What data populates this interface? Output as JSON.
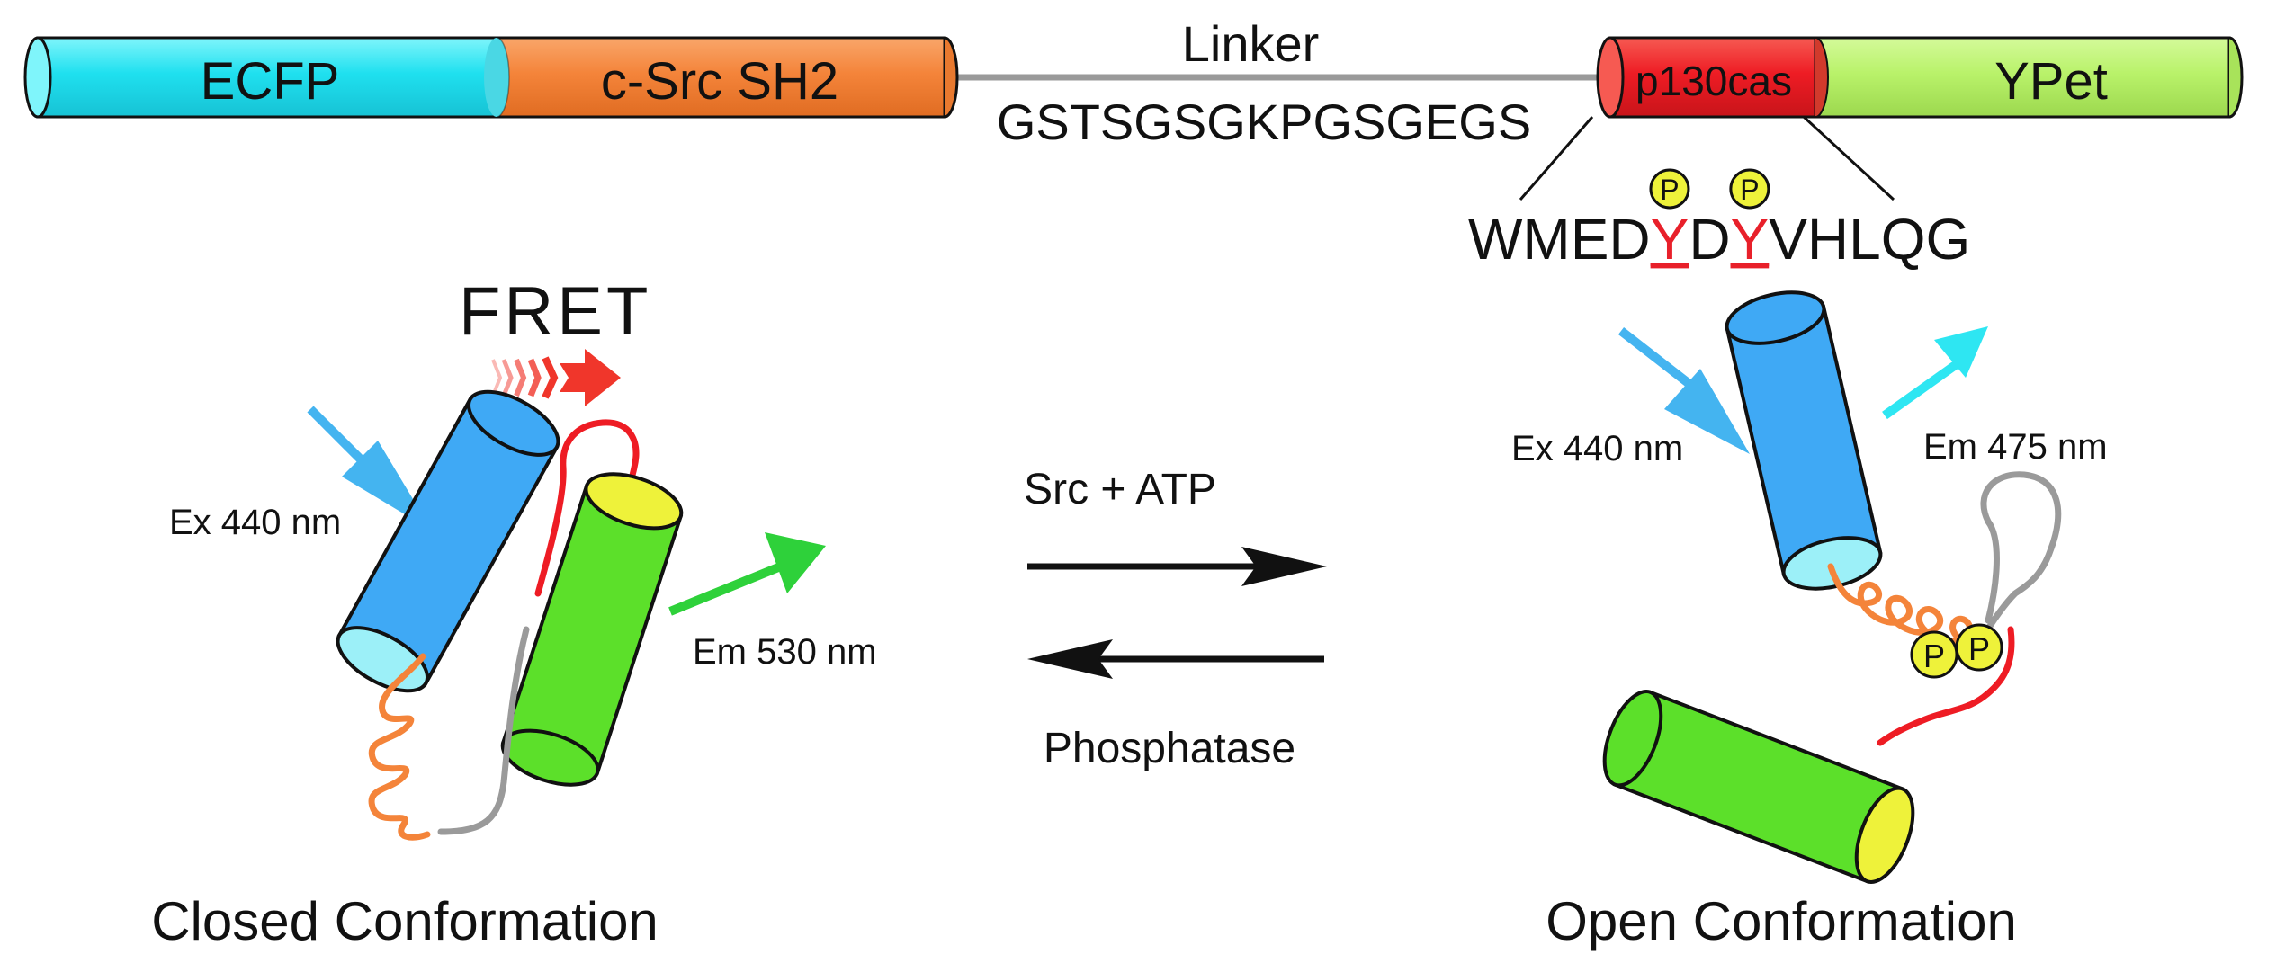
{
  "construct": {
    "segments": {
      "ecfp": "ECFP",
      "sh2": "c-Src SH2",
      "p130cas": "p130cas",
      "ypet": "YPet"
    },
    "linker_title": "Linker",
    "linker_sequence": "GSTSGSGKPGSGEGS",
    "substrate": {
      "residues": [
        "W",
        "M",
        "E",
        "D",
        "Y",
        "D",
        "Y",
        "V",
        "H",
        "L",
        "Q",
        "G"
      ],
      "phosphosite_symbol": "P"
    }
  },
  "closed": {
    "fret_label": "FRET",
    "excitation": "Ex 440 nm",
    "emission": "Em 530 nm",
    "caption": "Closed Conformation"
  },
  "reaction": {
    "forward": "Src + ATP",
    "reverse": "Phosphatase"
  },
  "open": {
    "excitation": "Ex 440 nm",
    "emission": "Em 475 nm",
    "phospho_symbol": "P",
    "caption": "Open Conformation"
  },
  "colors": {
    "ecfp": "#2ee6f2",
    "sh2": "#f4843a",
    "p130cas": "#ee1c24",
    "ypet": "#b9f26a",
    "linker": "#9a9a9a",
    "cyan_barrel": "#3fa9f5",
    "cyan_cap": "#9cf0f8",
    "green_barrel": "#5ce02a",
    "yellow_cap": "#eef23a",
    "excitation_arrow": "#44b4f0",
    "emission_green": "#2ed13a",
    "emission_cyan": "#2ee6f2",
    "fret_arrow": "#f0362b",
    "phospho_red": "#e8202a"
  }
}
